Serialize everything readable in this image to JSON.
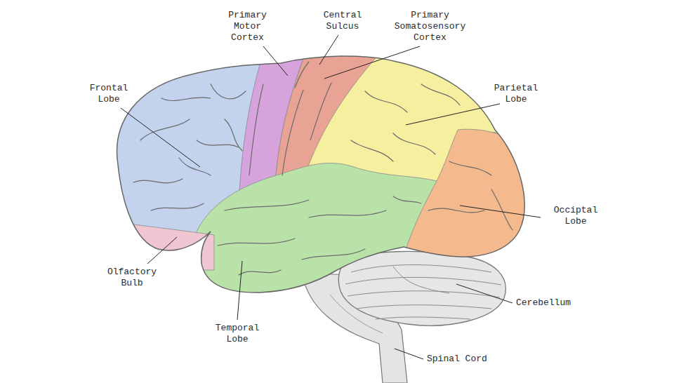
{
  "diagram": {
    "labels": [
      "Primary Motor Cortex",
      "Central Sulcus",
      "Primary Somatosensory Cortex",
      "Frontal Lobe",
      "Parietal Lobe",
      "Occiptal Lobe",
      "Olfactory Bulb",
      "Cerebellum",
      "Temporal Lobe",
      "Spinal Cord"
    ]
  }
}
